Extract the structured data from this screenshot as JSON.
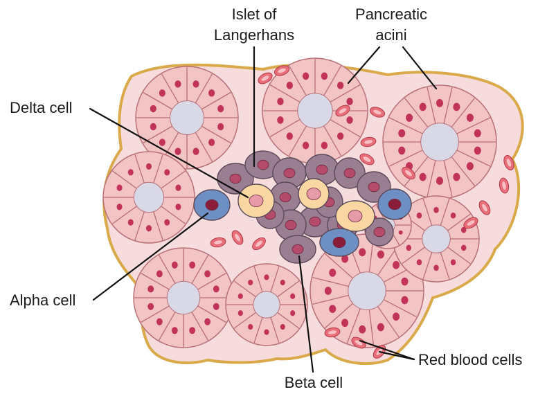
{
  "diagram": {
    "labels": {
      "islet_line1": "Islet of",
      "islet_line2": "Langerhans",
      "acini_line1": "Pancreatic",
      "acini_line2": "acini",
      "delta": "Delta cell",
      "alpha": "Alpha cell",
      "beta": "Beta cell",
      "rbc": "Red blood cells"
    },
    "colors": {
      "tissue_outline": "#d9a94a",
      "stroma": "#f6dcdc",
      "acinar_cell": "#f2c4c4",
      "acinar_stroke": "#b86f78",
      "acinar_nucleus": "#c2335a",
      "lumen": "#d8d8e6",
      "beta_cell": "#9a7f92",
      "beta_nucleus": "#b44b6a",
      "delta_cell": "#f8d7a2",
      "delta_nucleus": "#e79aa8",
      "alpha_cell": "#6d8fc4",
      "alpha_nucleus": "#8a1e3a",
      "rbc": "#e86e7a",
      "rbc_center": "#f7c0c4"
    }
  }
}
